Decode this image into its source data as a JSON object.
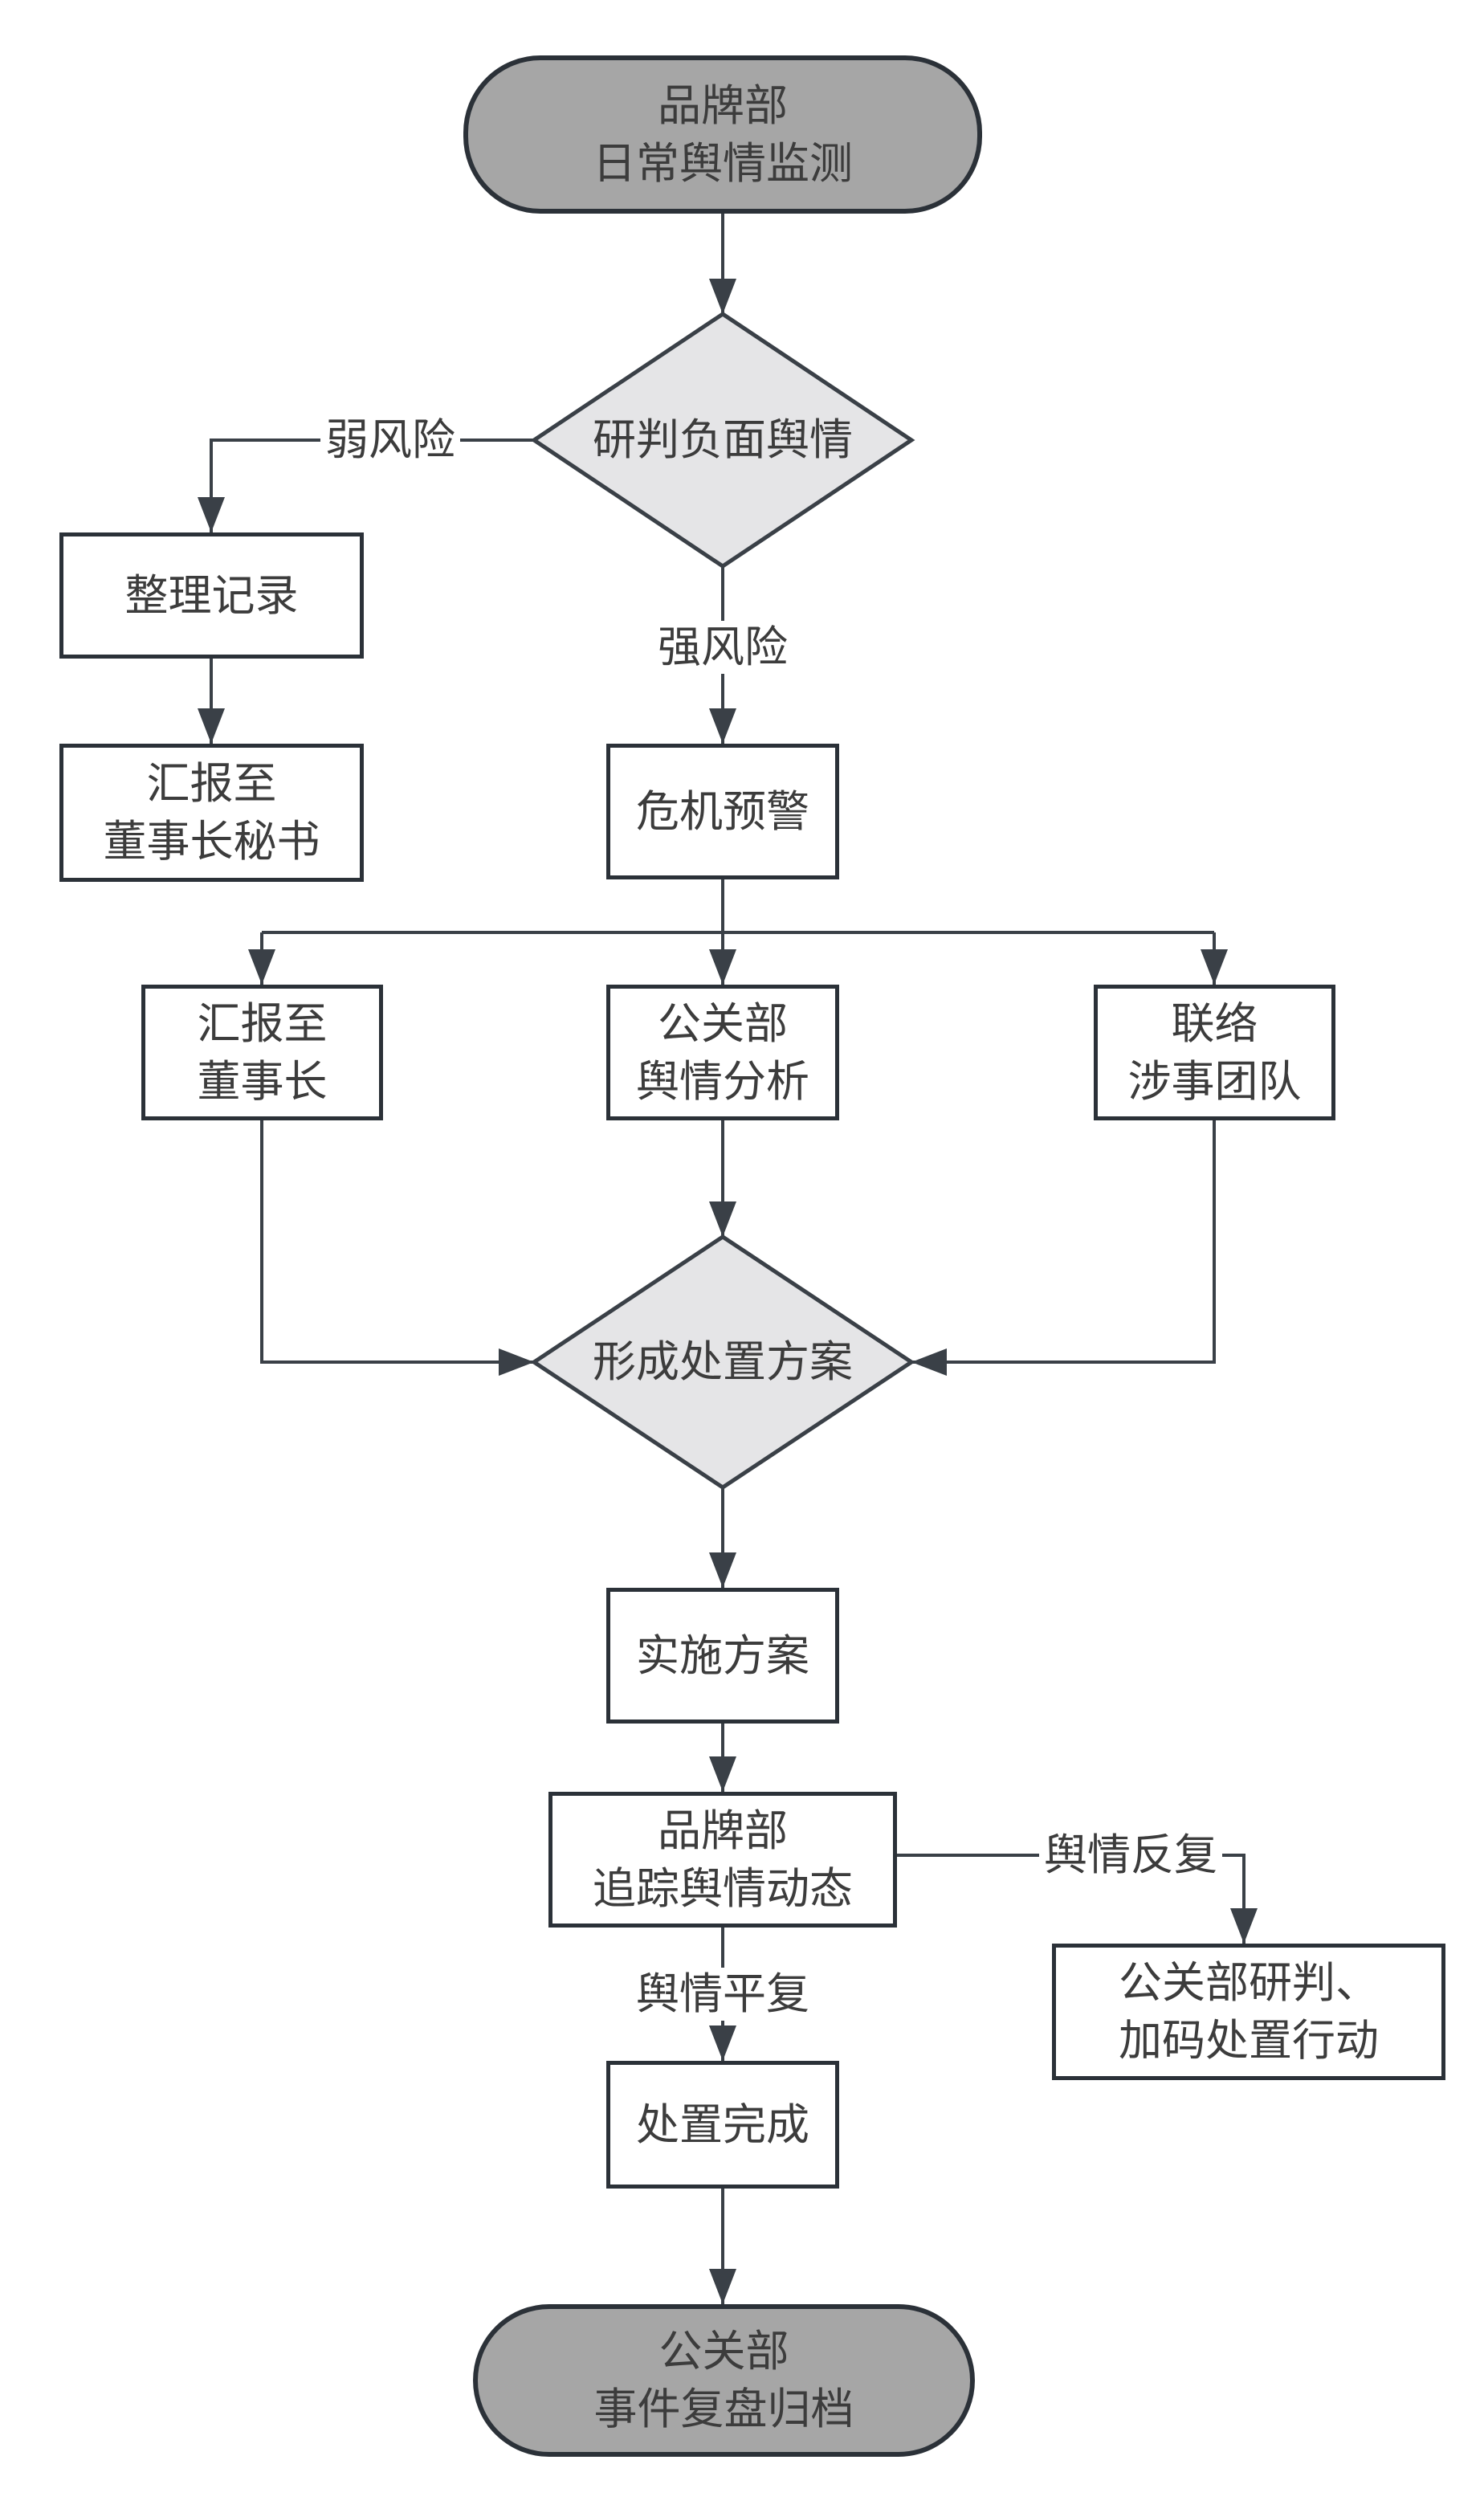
{
  "diagram": {
    "nodes": {
      "start": {
        "lines": [
          "品牌部",
          "日常舆情监测"
        ]
      },
      "decision_judge": {
        "lines": [
          "研判负面舆情"
        ]
      },
      "organize_records": {
        "lines": [
          "整理记录"
        ]
      },
      "report_secretary": {
        "lines": [
          "汇报至",
          "董事长秘书"
        ]
      },
      "crisis_alert": {
        "lines": [
          "危机预警"
        ]
      },
      "report_chairman": {
        "lines": [
          "汇报至",
          "董事长"
        ]
      },
      "pr_analysis": {
        "lines": [
          "公关部",
          "舆情分析"
        ]
      },
      "contact_team": {
        "lines": [
          "联络",
          "涉事团队"
        ]
      },
      "decision_plan": {
        "lines": [
          "形成处置方案"
        ]
      },
      "implement_plan": {
        "lines": [
          "实施方案"
        ]
      },
      "track_trends": {
        "lines": [
          "品牌部",
          "追踪舆情动态"
        ]
      },
      "escalate_action": {
        "lines": [
          "公关部研判、",
          "加码处置行动"
        ]
      },
      "disposal_done": {
        "lines": [
          "处置完成"
        ]
      },
      "end": {
        "lines": [
          "公关部",
          "事件复盘归档"
        ]
      }
    },
    "edge_labels": {
      "weak_risk": "弱风险",
      "strong_risk": "强风险",
      "sentiment_recurs": "舆情反复",
      "sentiment_calms": "舆情平复"
    },
    "colors": {
      "terminal_fill": "#a6a6a6",
      "decision_fill": "#e5e5e7",
      "process_fill": "#ffffff",
      "stroke": "#3a4047",
      "node_border": "#2b3138",
      "text": "#3c3c3c",
      "canvas_bg": "#ffffff"
    }
  }
}
